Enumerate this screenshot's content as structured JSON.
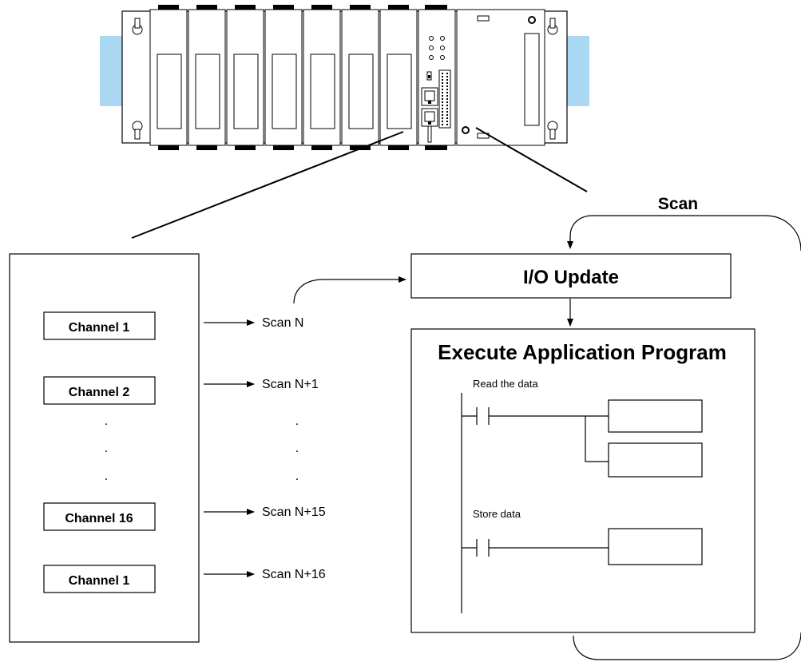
{
  "scan_label": "Scan",
  "io_update_label": "I/O Update",
  "execute_label": "Execute Application Program",
  "channels": [
    {
      "label": "Channel 1",
      "scan": "Scan N"
    },
    {
      "label": "Channel 2",
      "scan": "Scan N+1"
    },
    {
      "label": "Channel 16",
      "scan": "Scan N+15"
    },
    {
      "label": "Channel 1",
      "scan": "Scan N+16"
    }
  ],
  "ellipsis": ".",
  "ladder": {
    "read_label": "Read the data",
    "store_label": "Store data"
  },
  "colors": {
    "rack_wing": "#aad8f2",
    "line": "#000000",
    "background": "#ffffff"
  }
}
